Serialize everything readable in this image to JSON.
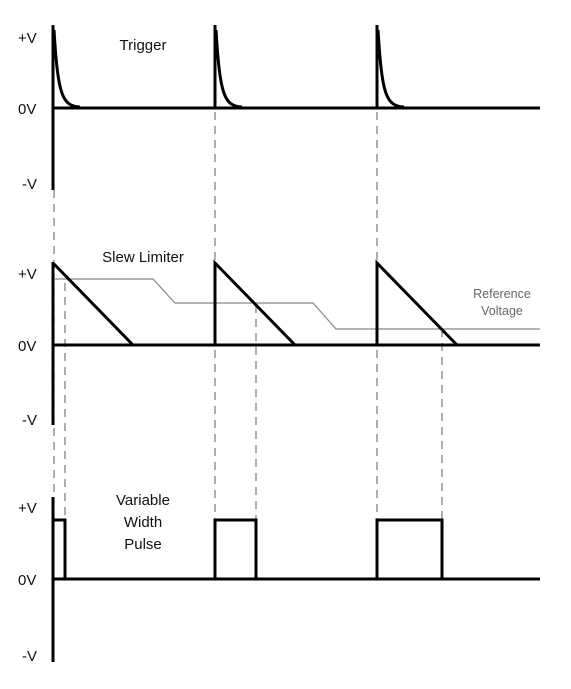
{
  "panels": [
    {
      "id": "trigger",
      "title_lines": [
        "Trigger"
      ],
      "pos_label": "+V",
      "zero_label": "0V",
      "neg_label": "-V"
    },
    {
      "id": "slew",
      "title_lines": [
        "Slew Limiter"
      ],
      "pos_label": "+V",
      "zero_label": "0V",
      "neg_label": "-V",
      "reference_label_lines": [
        "Reference",
        "Voltage"
      ]
    },
    {
      "id": "pulse",
      "title_lines": [
        "Variable",
        "Width",
        "Pulse"
      ],
      "pos_label": "+V",
      "zero_label": "0V",
      "neg_label": "-V"
    }
  ],
  "colors": {
    "signal": "#000000",
    "reference": "#888888",
    "guide": "#777777",
    "text": "#111111"
  }
}
